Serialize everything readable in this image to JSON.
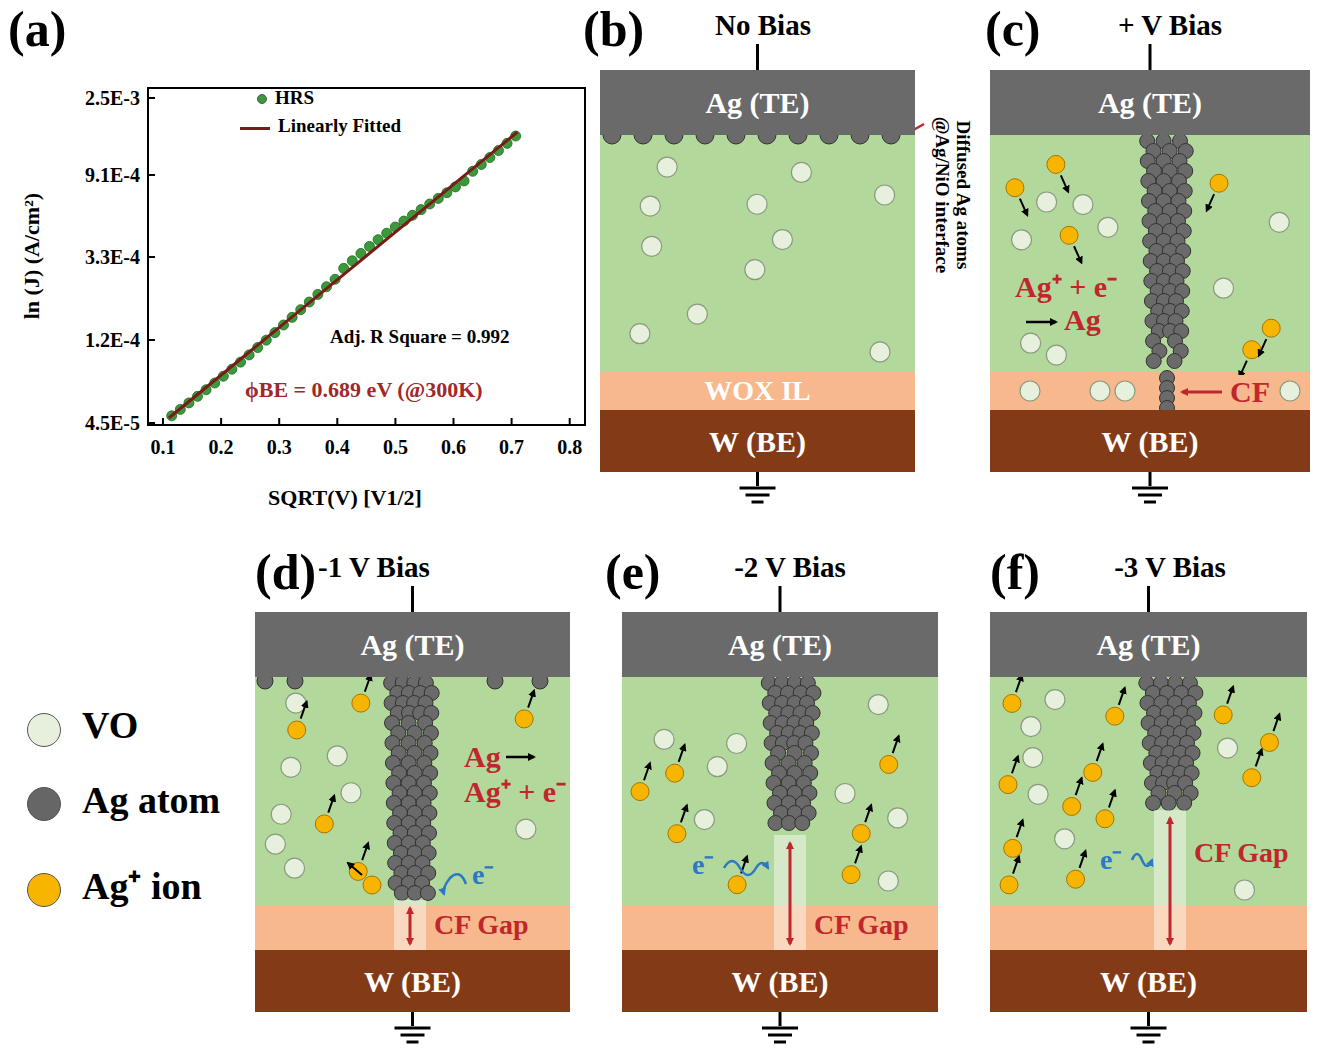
{
  "diagram": {
    "nodes": [
      {
        "text": [
          "Ag (TE)"
        ]
      },
      {
        "text": [
          "WOX IL"
        ]
      },
      {
        "text": [
          "W (BE)"
        ]
      },
      {
        "text": [
          "Ag (TE)"
        ]
      },
      {
        "text": [
          "W (BE)"
        ]
      },
      {
        "text": [
          "Ag (TE)"
        ]
      },
      {
        "text": [
          "W (BE)"
        ]
      },
      {
        "text": [
          "Ag (TE)"
        ]
      },
      {
        "text": [
          "W (BE)"
        ]
      },
      {
        "text": [
          "Ag (TE)"
        ]
      },
      {
        "text": [
          "W (BE)"
        ]
      }
    ],
    "labels": [
      "(a)",
      "(b)",
      "No Bias",
      "(c)",
      "+ V Bias",
      "(d)",
      "-1 V Bias",
      "(e)",
      "-2 V Bias",
      "(f)",
      "-3 V Bias",
      "2.5E-3",
      "9.1E-4",
      "3.3E-4",
      "1.2E-4",
      "4.5E-5",
      "0.1",
      "0.2",
      "0.3",
      "0.4",
      "0.5",
      "0.6",
      "0.7",
      "0.8",
      "ln (J) (A/cm²)",
      "SQRT(V) [V1/2]",
      "Adj. R Square = 0.992",
      "ϕBE = 0.689 eV (@300K)",
      "Diffused Ag atoms @Ag/NiO interface",
      "Ag⁺ + e⁻",
      "Ag",
      "CF",
      "Ag",
      "Ag⁺ + e⁻",
      "e⁻",
      "CF Gap",
      "e⁻",
      "CF Gap",
      "e⁻",
      "CF Gap"
    ],
    "legend": [
      {
        "text": "HRS",
        "color": "#3a9a3a"
      },
      {
        "text": "Linearly Fitted"
      },
      {
        "text": "VO",
        "color": "#e6f0dc"
      },
      {
        "text": "Ag atom",
        "color": "#666666"
      },
      {
        "text": "Ag⁺ ion",
        "color": "#f7b500"
      }
    ]
  }
}
